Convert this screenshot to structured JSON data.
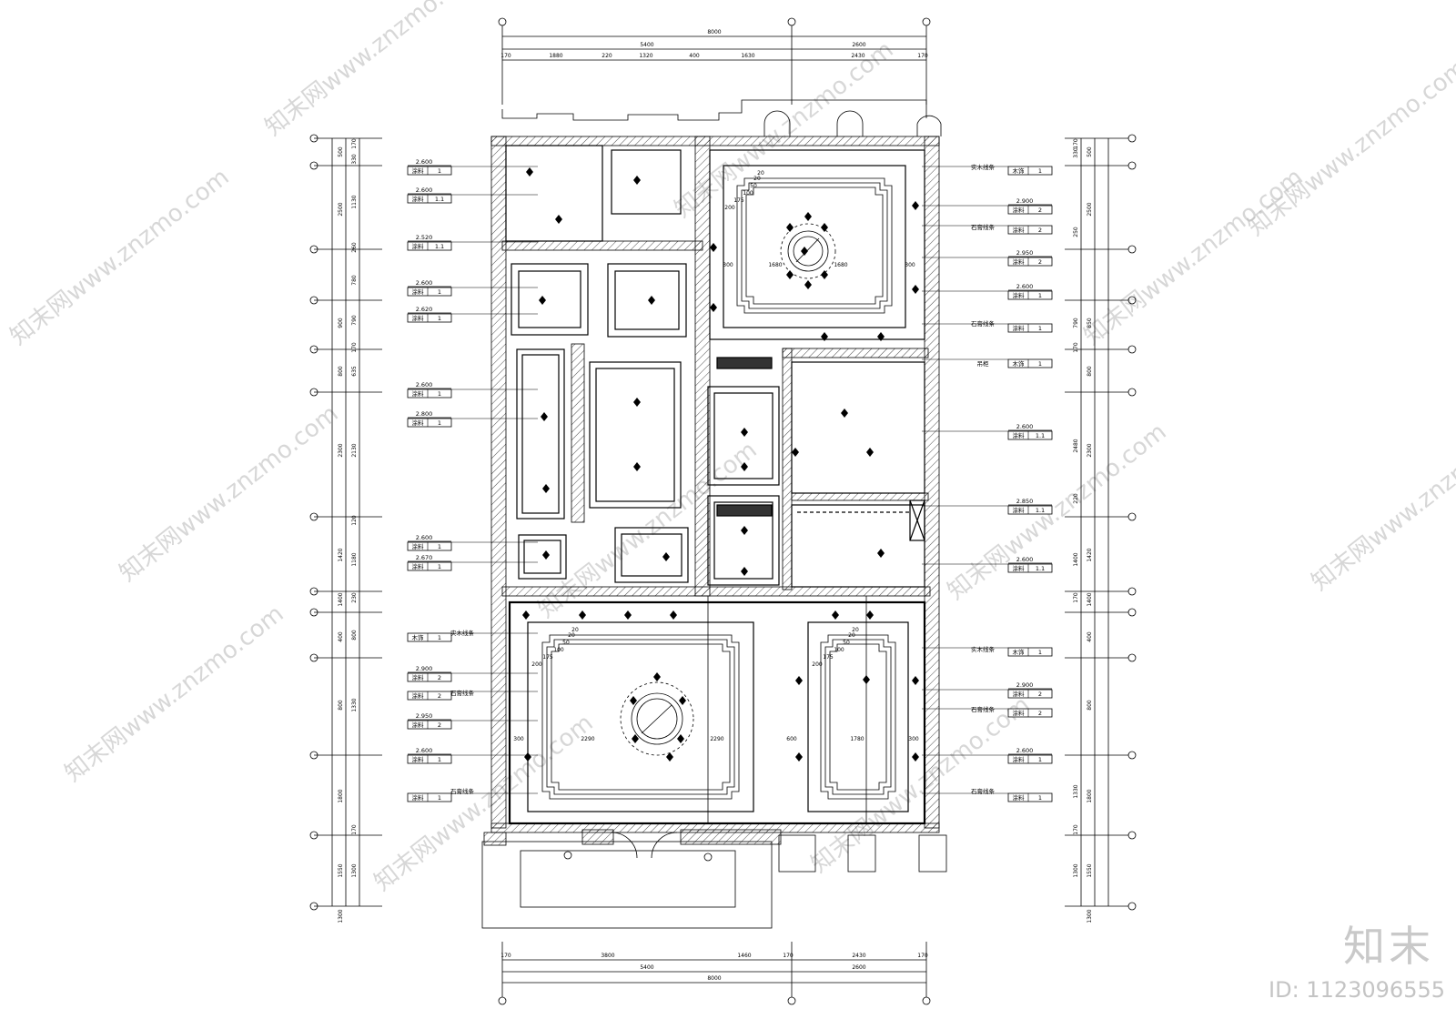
{
  "dims": {
    "top_total": "8000",
    "top_mid": [
      "5400",
      "2600"
    ],
    "top_parts": [
      "170",
      "1880",
      "220",
      "1320",
      "400",
      "1630",
      "2430",
      "170"
    ],
    "bottom_total": "8000",
    "bottom_mid": [
      "5400",
      "2600"
    ],
    "bottom_parts": [
      "170",
      "3800",
      "1460",
      "170",
      "2430",
      "170"
    ],
    "left_outer": [
      "500",
      "2500",
      "900",
      "800",
      "2300",
      "1420",
      "1400",
      "400",
      "800",
      "1800",
      "1550",
      "1300"
    ],
    "left_inner": [
      "170",
      "330",
      "1130",
      "260",
      "780",
      "790",
      "170",
      "635",
      "2130",
      "120",
      "1180",
      "230",
      "800",
      "1330",
      "170",
      "1300"
    ],
    "right_outer": [
      "500",
      "2500",
      "850",
      "800",
      "2300",
      "1420",
      "1400",
      "400",
      "800",
      "1800",
      "1550",
      "1300"
    ],
    "right_inner": [
      "170",
      "330",
      "250",
      "790",
      "170",
      "2480",
      "220",
      "1400",
      "170",
      "1330",
      "170",
      "1300"
    ]
  },
  "tags_left": [
    {
      "h": "2.600",
      "mat": "涂料",
      "code": "1"
    },
    {
      "h": "2.600",
      "mat": "涂料",
      "code": "1.1"
    },
    {
      "h": "2.520",
      "mat": "涂料",
      "code": "1.1"
    },
    {
      "h": "2.600",
      "mat": "涂料",
      "code": "1"
    },
    {
      "h": "2.620",
      "mat": "涂料",
      "code": "1"
    },
    {
      "h": "2.600",
      "mat": "涂料",
      "code": "1"
    },
    {
      "h": "2.800",
      "mat": "涂料",
      "code": "1"
    },
    {
      "h": "2.600",
      "mat": "涂料",
      "code": "1"
    },
    {
      "h": "2.670",
      "mat": "涂料",
      "code": "1"
    },
    {
      "h": "",
      "mat": "木饰",
      "code": "1"
    },
    {
      "h": "2.900",
      "mat": "涂料",
      "code": "2"
    },
    {
      "h": "",
      "mat": "涂料",
      "code": "2"
    },
    {
      "h": "2.950",
      "mat": "涂料",
      "code": "2"
    },
    {
      "h": "2.600",
      "mat": "涂料",
      "code": "1"
    },
    {
      "h": "",
      "mat": "涂料",
      "code": "1"
    }
  ],
  "tags_right": [
    {
      "h": "",
      "mat": "木饰",
      "code": "1"
    },
    {
      "h": "2.900",
      "mat": "涂料",
      "code": "2"
    },
    {
      "h": "",
      "mat": "涂料",
      "code": "2"
    },
    {
      "h": "2.950",
      "mat": "涂料",
      "code": "2"
    },
    {
      "h": "2.600",
      "mat": "涂料",
      "code": "1"
    },
    {
      "h": "",
      "mat": "涂料",
      "code": "1"
    },
    {
      "h": "",
      "mat": "木饰",
      "code": "1"
    },
    {
      "h": "2.600",
      "mat": "涂料",
      "code": "1.1"
    },
    {
      "h": "2.850",
      "mat": "涂料",
      "code": "1.1"
    },
    {
      "h": "2.600",
      "mat": "涂料",
      "code": "1.1"
    },
    {
      "h": "",
      "mat": "木饰",
      "code": "1"
    },
    {
      "h": "2.900",
      "mat": "涂料",
      "code": "2"
    },
    {
      "h": "",
      "mat": "涂料",
      "code": "2"
    },
    {
      "h": "2.600",
      "mat": "涂料",
      "code": "1"
    },
    {
      "h": "",
      "mat": "涂料",
      "code": "1"
    }
  ],
  "notes": {
    "line_a": "实木线条",
    "line_b": "石膏线条",
    "curtain": "吊柜"
  },
  "ceiling_dims": {
    "upper_room": [
      "300",
      "1680",
      "1680",
      "300"
    ],
    "lower_left": [
      "300",
      "2290",
      "2290",
      "600"
    ],
    "lower_right": [
      "1780",
      "300"
    ],
    "steps": [
      "200",
      "175",
      "100",
      "50",
      "20",
      "20"
    ]
  },
  "brand": "知末",
  "image_id": "ID: 1123096555",
  "watermark": "知末网www.znzmo.com"
}
